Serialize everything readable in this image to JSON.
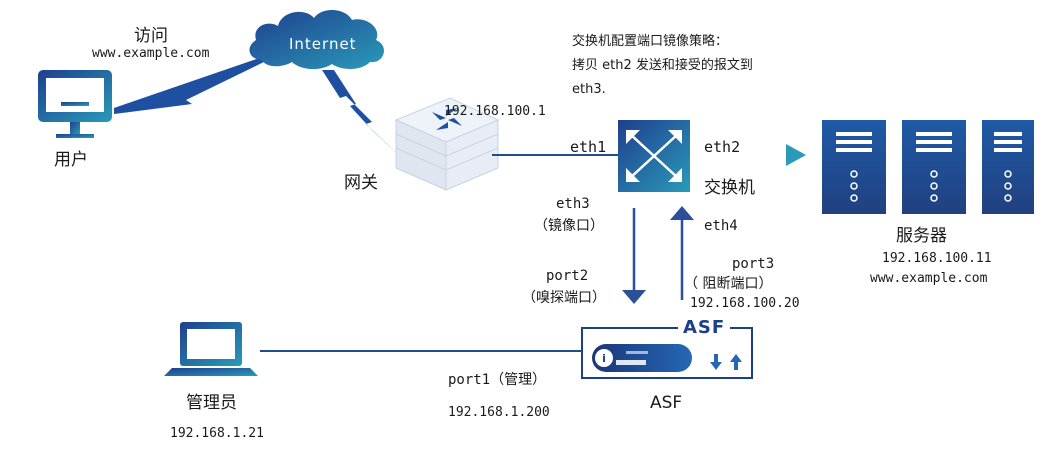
{
  "user": {
    "label": "用户",
    "access_title": "访问",
    "access_url": "www.example.com"
  },
  "internet": {
    "label": "Internet"
  },
  "gateway": {
    "label": "网关",
    "ip": "192.168.100.1"
  },
  "switch": {
    "label": "交换机",
    "ports": {
      "eth1": "eth1",
      "eth2": "eth2",
      "eth3": "eth3",
      "eth3_role": "（镜像口）",
      "eth4": "eth4"
    },
    "policy": {
      "title": "交换机配置端口镜像策略：",
      "line1": "拷贝 eth2 发送和接受的报文到",
      "line2": "eth3."
    }
  },
  "server": {
    "label": "服务器",
    "ip": "192.168.100.11",
    "url": "www.example.com"
  },
  "asf": {
    "label": "ASF",
    "title": "ASF",
    "port2": "port2",
    "port2_role": "（嗅探端口）",
    "port3": "port3",
    "port3_role": "（ 阻断端口）",
    "port3_ip": "192.168.100.20",
    "port1": "port1（管理）",
    "port1_ip": "192.168.1.200"
  },
  "admin": {
    "label": "管理员",
    "ip": "192.168.1.21"
  },
  "colors": {
    "blue_dark": "#1f3f8f",
    "blue_mid": "#1f6fb5",
    "teal": "#2a9ab8",
    "line": "#1f4e8c"
  }
}
